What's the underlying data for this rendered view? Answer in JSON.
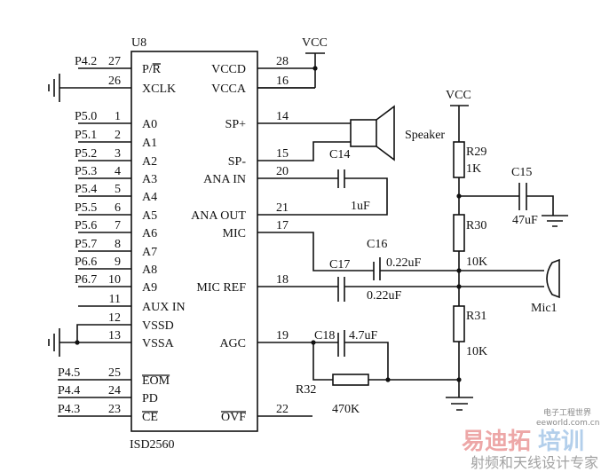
{
  "chip": {
    "ref": "U8",
    "part": "ISD2560",
    "left_pins": [
      {
        "signal": "P4.2",
        "num": "27",
        "name": "P/R",
        "overline": "R"
      },
      {
        "signal": "",
        "num": "26",
        "name": "XCLK",
        "ground": true
      },
      {
        "signal": "P5.0",
        "num": "1",
        "name": "A0"
      },
      {
        "signal": "P5.1",
        "num": "2",
        "name": "A1"
      },
      {
        "signal": "P5.2",
        "num": "3",
        "name": "A2"
      },
      {
        "signal": "P5.3",
        "num": "4",
        "name": "A3"
      },
      {
        "signal": "P5.4",
        "num": "5",
        "name": "A4"
      },
      {
        "signal": "P5.5",
        "num": "6",
        "name": "A5"
      },
      {
        "signal": "P5.6",
        "num": "7",
        "name": "A6"
      },
      {
        "signal": "P5.7",
        "num": "8",
        "name": "A7"
      },
      {
        "signal": "P6.6",
        "num": "9",
        "name": "A8"
      },
      {
        "signal": "P6.7",
        "num": "10",
        "name": "A9"
      },
      {
        "signal": "",
        "num": "11",
        "name": "AUX IN"
      },
      {
        "signal": "",
        "num": "12",
        "name": "VSSD"
      },
      {
        "signal": "",
        "num": "13",
        "name": "VSSA",
        "ground": true
      },
      {
        "signal": "P4.5",
        "num": "25",
        "name": "EOM",
        "overline": "EOM"
      },
      {
        "signal": "P4.4",
        "num": "24",
        "name": "PD"
      },
      {
        "signal": "P4.3",
        "num": "23",
        "name": "CE",
        "overline": "CE"
      }
    ],
    "right_pins": [
      {
        "num": "28",
        "name": "VCCD"
      },
      {
        "num": "16",
        "name": "VCCA"
      },
      {
        "num": "14",
        "name": "SP+"
      },
      {
        "num": "15",
        "name": "SP-"
      },
      {
        "num": "20",
        "name": "ANA IN"
      },
      {
        "num": "21",
        "name": "ANA OUT"
      },
      {
        "num": "17",
        "name": "MIC"
      },
      {
        "num": "18",
        "name": "MIC REF"
      },
      {
        "num": "19",
        "name": "AGC"
      },
      {
        "num": "22",
        "name": "OVF",
        "overline": "OVF"
      }
    ]
  },
  "power": {
    "vcc_top": "VCC",
    "vcc_right": "VCC"
  },
  "speaker": {
    "label": "Speaker"
  },
  "microphone": {
    "label": "Mic1"
  },
  "components": {
    "c14": {
      "ref": "C14",
      "value": "1uF"
    },
    "c15": {
      "ref": "C15",
      "value": "47uF"
    },
    "c16": {
      "ref": "C16",
      "value": "0.22uF"
    },
    "c17": {
      "ref": "C17",
      "value": "0.22uF"
    },
    "c18": {
      "ref": "C18",
      "value": "4.7uF"
    },
    "r29": {
      "ref": "R29",
      "value": "1K"
    },
    "r30": {
      "ref": "R30",
      "value": "10K"
    },
    "r31": {
      "ref": "R31",
      "value": "10K"
    },
    "r32": {
      "ref": "R32",
      "value": "470K"
    }
  },
  "watermark": {
    "line1a": "易迪拓",
    "line1b": "培训",
    "line2": "射频和天线设计专家",
    "logo_text": "电子工程世界",
    "logo_url": "eeworld.com.cn"
  }
}
